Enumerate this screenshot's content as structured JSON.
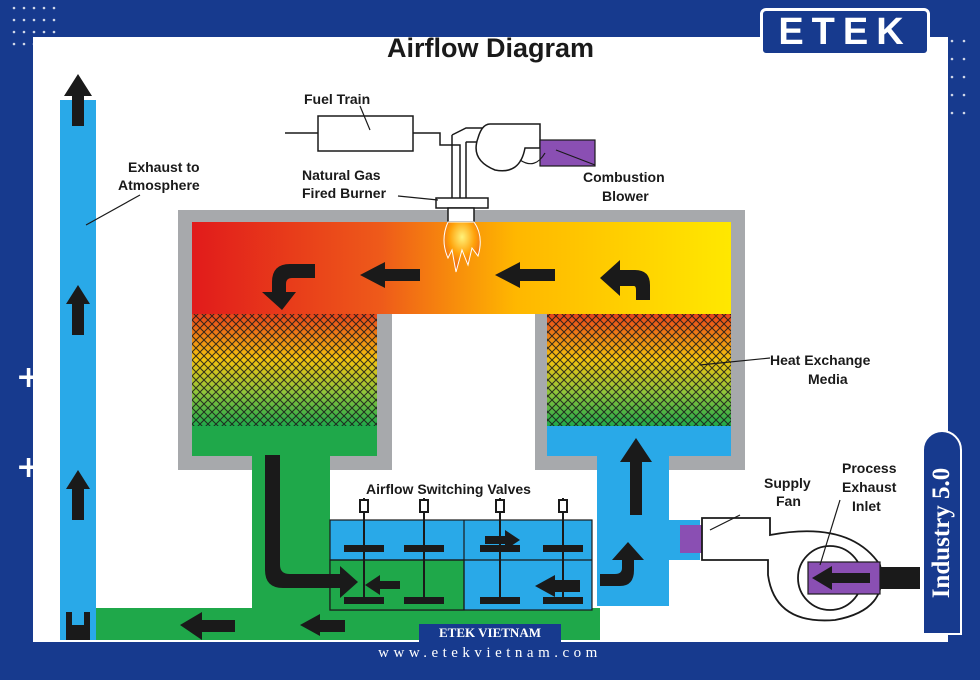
{
  "title": "Airflow Diagram",
  "labels": {
    "fuel_train": "Fuel Train",
    "burner": [
      "Natural Gas",
      "Fired Burner"
    ],
    "blower": [
      "Combustion",
      "Blower"
    ],
    "exhaust": [
      "Exhaust to",
      "Atmosphere"
    ],
    "media": [
      "Heat Exchange",
      "Media"
    ],
    "valves": "Airflow Switching Valves",
    "supply_fan": [
      "Supply",
      "Fan"
    ],
    "process_inlet": [
      "Process",
      "Exhaust",
      "Inlet"
    ]
  },
  "branding": {
    "logo_text": "ETEK",
    "side_tab": "Industry 5.0",
    "badge": "ETEK VIETNAM",
    "url": "www.etekvietnam.com"
  },
  "colors": {
    "background": "#173a8e",
    "clean_air": "#29a9e8",
    "process_air": "#1fa84a",
    "hot_red": "#e11b1b",
    "hot_yellow": "#ffe800",
    "housing": "#a7a9ac",
    "blower": "#8a4fb3"
  },
  "icons": [
    "flame-icon",
    "flow-arrow-icon",
    "plus-icon"
  ]
}
